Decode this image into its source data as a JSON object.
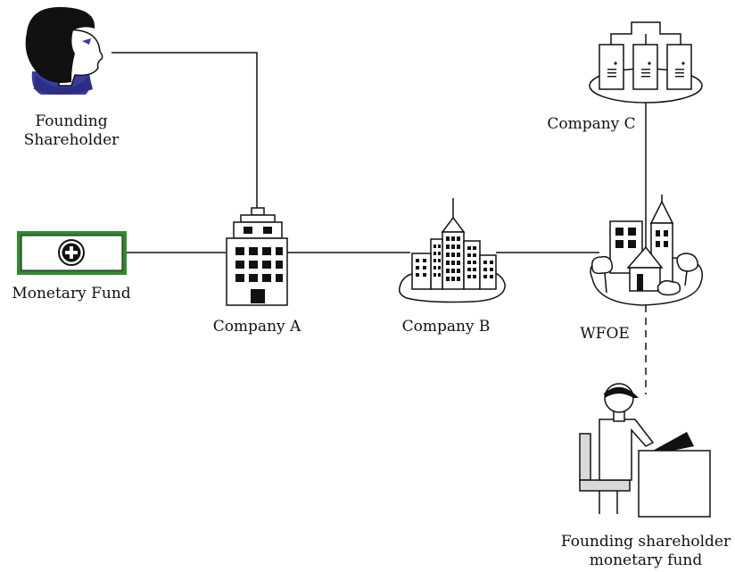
{
  "labels": {
    "founding_shareholder": [
      "Founding",
      "Shareholder"
    ],
    "monetary_fund": "Monetary Fund",
    "company_a": "Company A",
    "company_b": "Company B",
    "company_c": "Company C",
    "wfoe": "WFOE",
    "founding_shareholder_fund": [
      "Founding shareholder",
      "monetary fund"
    ]
  },
  "icons": {
    "shareholder": "person-head-icon",
    "fund": "money-bill-icon",
    "company_a": "office-building-icon",
    "company_b": "city-buildings-icon",
    "company_c": "server-rack-icon",
    "wfoe": "town-icon",
    "fund_manager": "person-at-desk-icon"
  },
  "connections": [
    {
      "from": "Founding Shareholder",
      "to": "Company A",
      "style": "solid"
    },
    {
      "from": "Monetary Fund",
      "to": "Company A",
      "style": "solid"
    },
    {
      "from": "Company A",
      "to": "Company B",
      "style": "solid"
    },
    {
      "from": "Company B",
      "to": "WFOE",
      "style": "solid"
    },
    {
      "from": "Company C",
      "to": "WFOE",
      "style": "solid"
    },
    {
      "from": "WFOE",
      "to": "Founding shareholder monetary fund",
      "style": "dashed"
    }
  ],
  "colors": {
    "hair": "#111111",
    "collar": "#3b3aa0",
    "eye": "#3b3aa0",
    "bill_border": "#2e8b2e",
    "building": "#111111"
  }
}
